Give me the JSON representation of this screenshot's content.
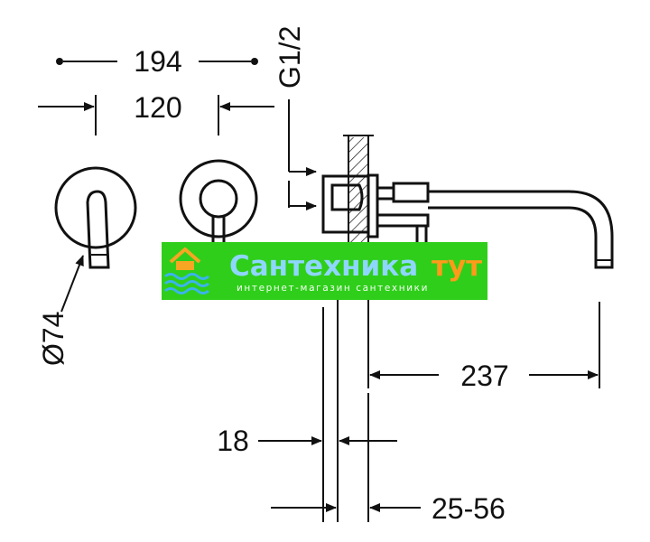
{
  "dimensions": {
    "width_total": "194",
    "width_inner": "120",
    "thread": "G1/2",
    "diameter": "Ø74",
    "spout_reach": "237",
    "wall_plate": "18",
    "wall_range": "25-56"
  },
  "watermark": {
    "title_part1": "Сантехника",
    "title_part2": "тут",
    "subtitle": "интернет-магазин сантехники",
    "logo_icon": "house-waves-logo"
  },
  "colors": {
    "line": "#111111",
    "banner_green": "#2fce1a",
    "banner_title_blue": "#8fd6ff",
    "banner_title_orange": "#ff9a1a",
    "logo_blue": "#3ab4ec",
    "logo_orange": "#f6a623"
  }
}
